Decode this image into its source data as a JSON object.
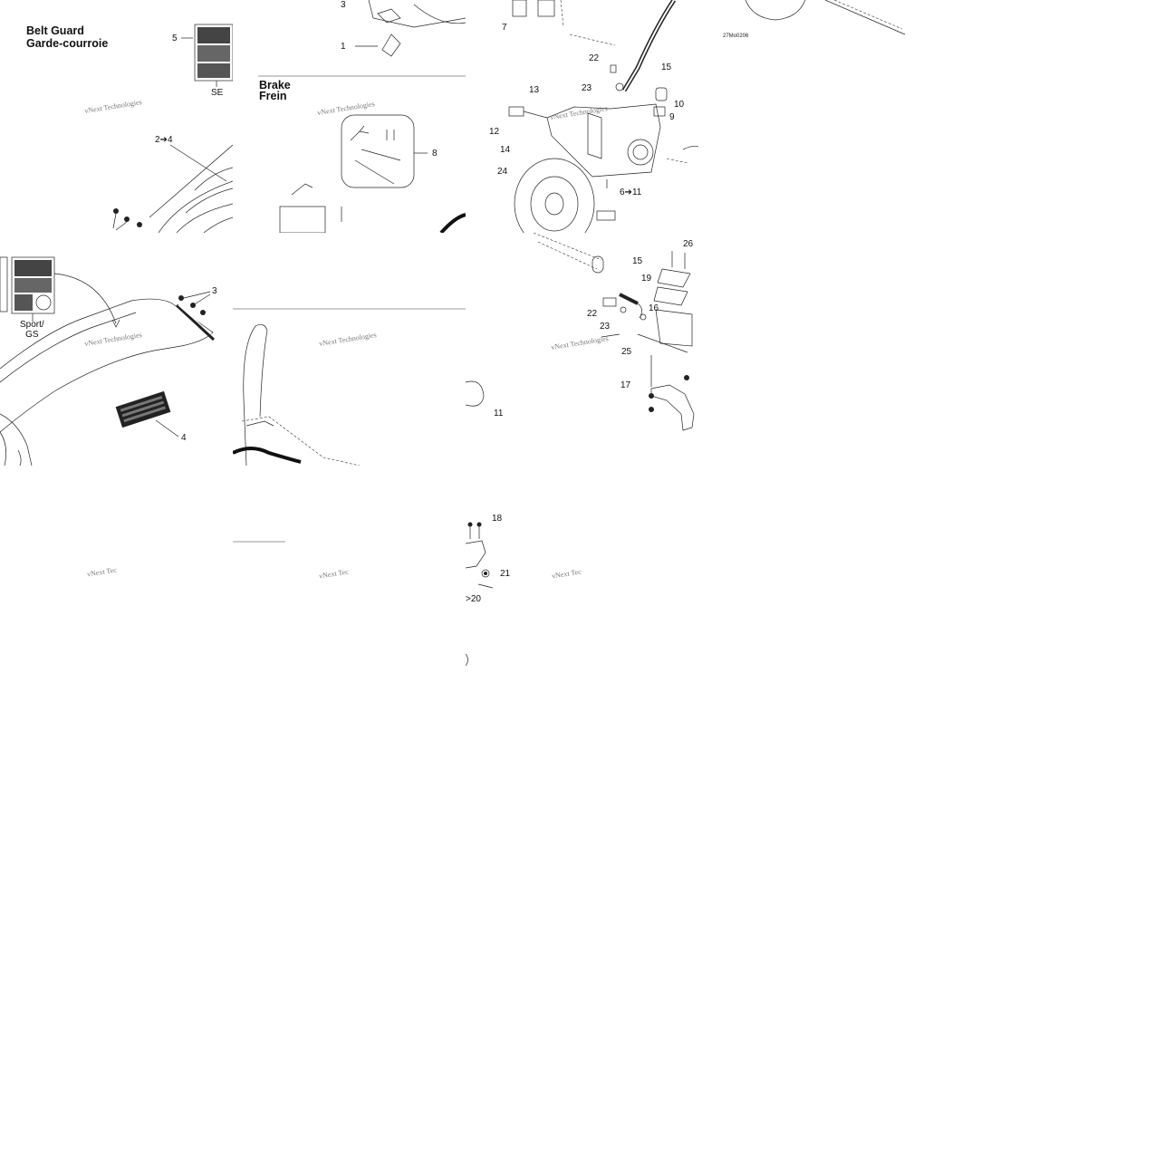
{
  "belt_guard": {
    "title_en": "Belt Guard",
    "title_fr": "Garde-courroie",
    "labels": {
      "p5": "5",
      "se": "SE",
      "p2_4": "2➔4",
      "p3": "3",
      "sport_gs": "Sport/\nGS",
      "p4": "4",
      "p1": "1",
      "p3_top": "3"
    }
  },
  "brake": {
    "title_en": "Brake",
    "title_fr": "Frein",
    "labels": {
      "p8": "8",
      "p7": "7",
      "p22a": "22",
      "p15a": "15",
      "p23a": "23",
      "p13": "13",
      "p10": "10",
      "p9": "9",
      "p12": "12",
      "p14": "14",
      "p24": "24",
      "p6_11": "6➔11",
      "p26": "26",
      "p15b": "15",
      "p19": "19",
      "p16": "16",
      "p22b": "22",
      "p23b": "23",
      "p25": "25",
      "p17": "17",
      "p11": "11",
      "p18": "18",
      "p21": "21",
      "p20": ">20"
    },
    "drawing_code": "27Mo0206"
  },
  "watermark": "vNext Technologies",
  "watermark_short": "vNext Tec"
}
